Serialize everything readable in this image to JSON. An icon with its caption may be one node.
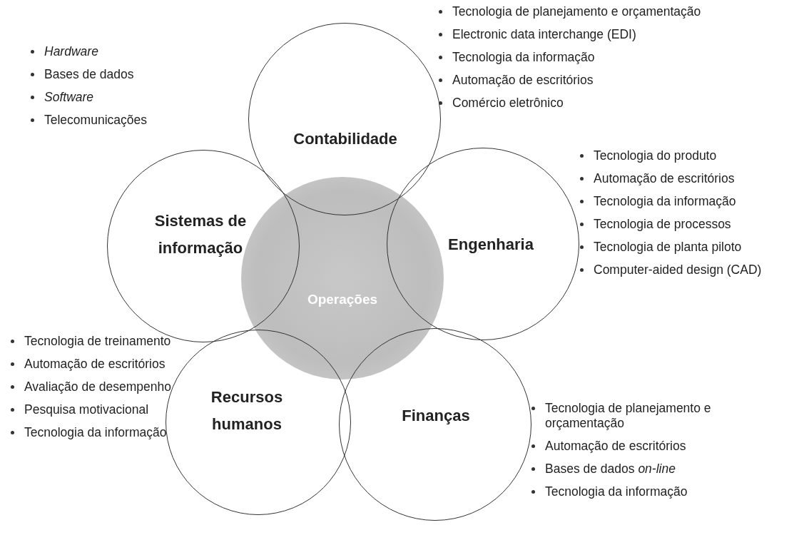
{
  "diagram": {
    "nodes": [
      {
        "text": [
          "Contabilidade"
        ],
        "beside": [
          "Tecnologia de planejamento e orçamentação",
          "Electronic data interchange (EDI)",
          "Tecnologia da informação",
          "Automação de escritórios",
          "Comércio eletrônico"
        ]
      },
      {
        "text": [
          "Sistemas de informação"
        ],
        "beside": [
          "Hardware",
          "Bases de dados",
          "Software",
          "Telecomunicações"
        ]
      },
      {
        "text": [
          "Engenharia"
        ],
        "beside": [
          "Tecnologia do produto",
          "Automação de escritórios",
          "Tecnologia da informação",
          "Tecnologia de processos",
          "Tecnologia de planta piloto",
          "Computer-aided design (CAD)"
        ]
      },
      {
        "text": [
          "Operações"
        ]
      },
      {
        "text": [
          "Recursos humanos"
        ],
        "beside": [
          "Tecnologia de treinamento",
          "Automação de escritórios",
          "Avaliação de desempenho",
          "Pesquisa motivacional",
          "Tecnologia da informação"
        ]
      },
      {
        "text": [
          "Finanças"
        ],
        "beside": [
          "Tecnologia de planejamento e orçamentação",
          "Automação de escritórios",
          "Bases de dados *on-line*",
          "Tecnologia da informação"
        ]
      }
    ]
  }
}
